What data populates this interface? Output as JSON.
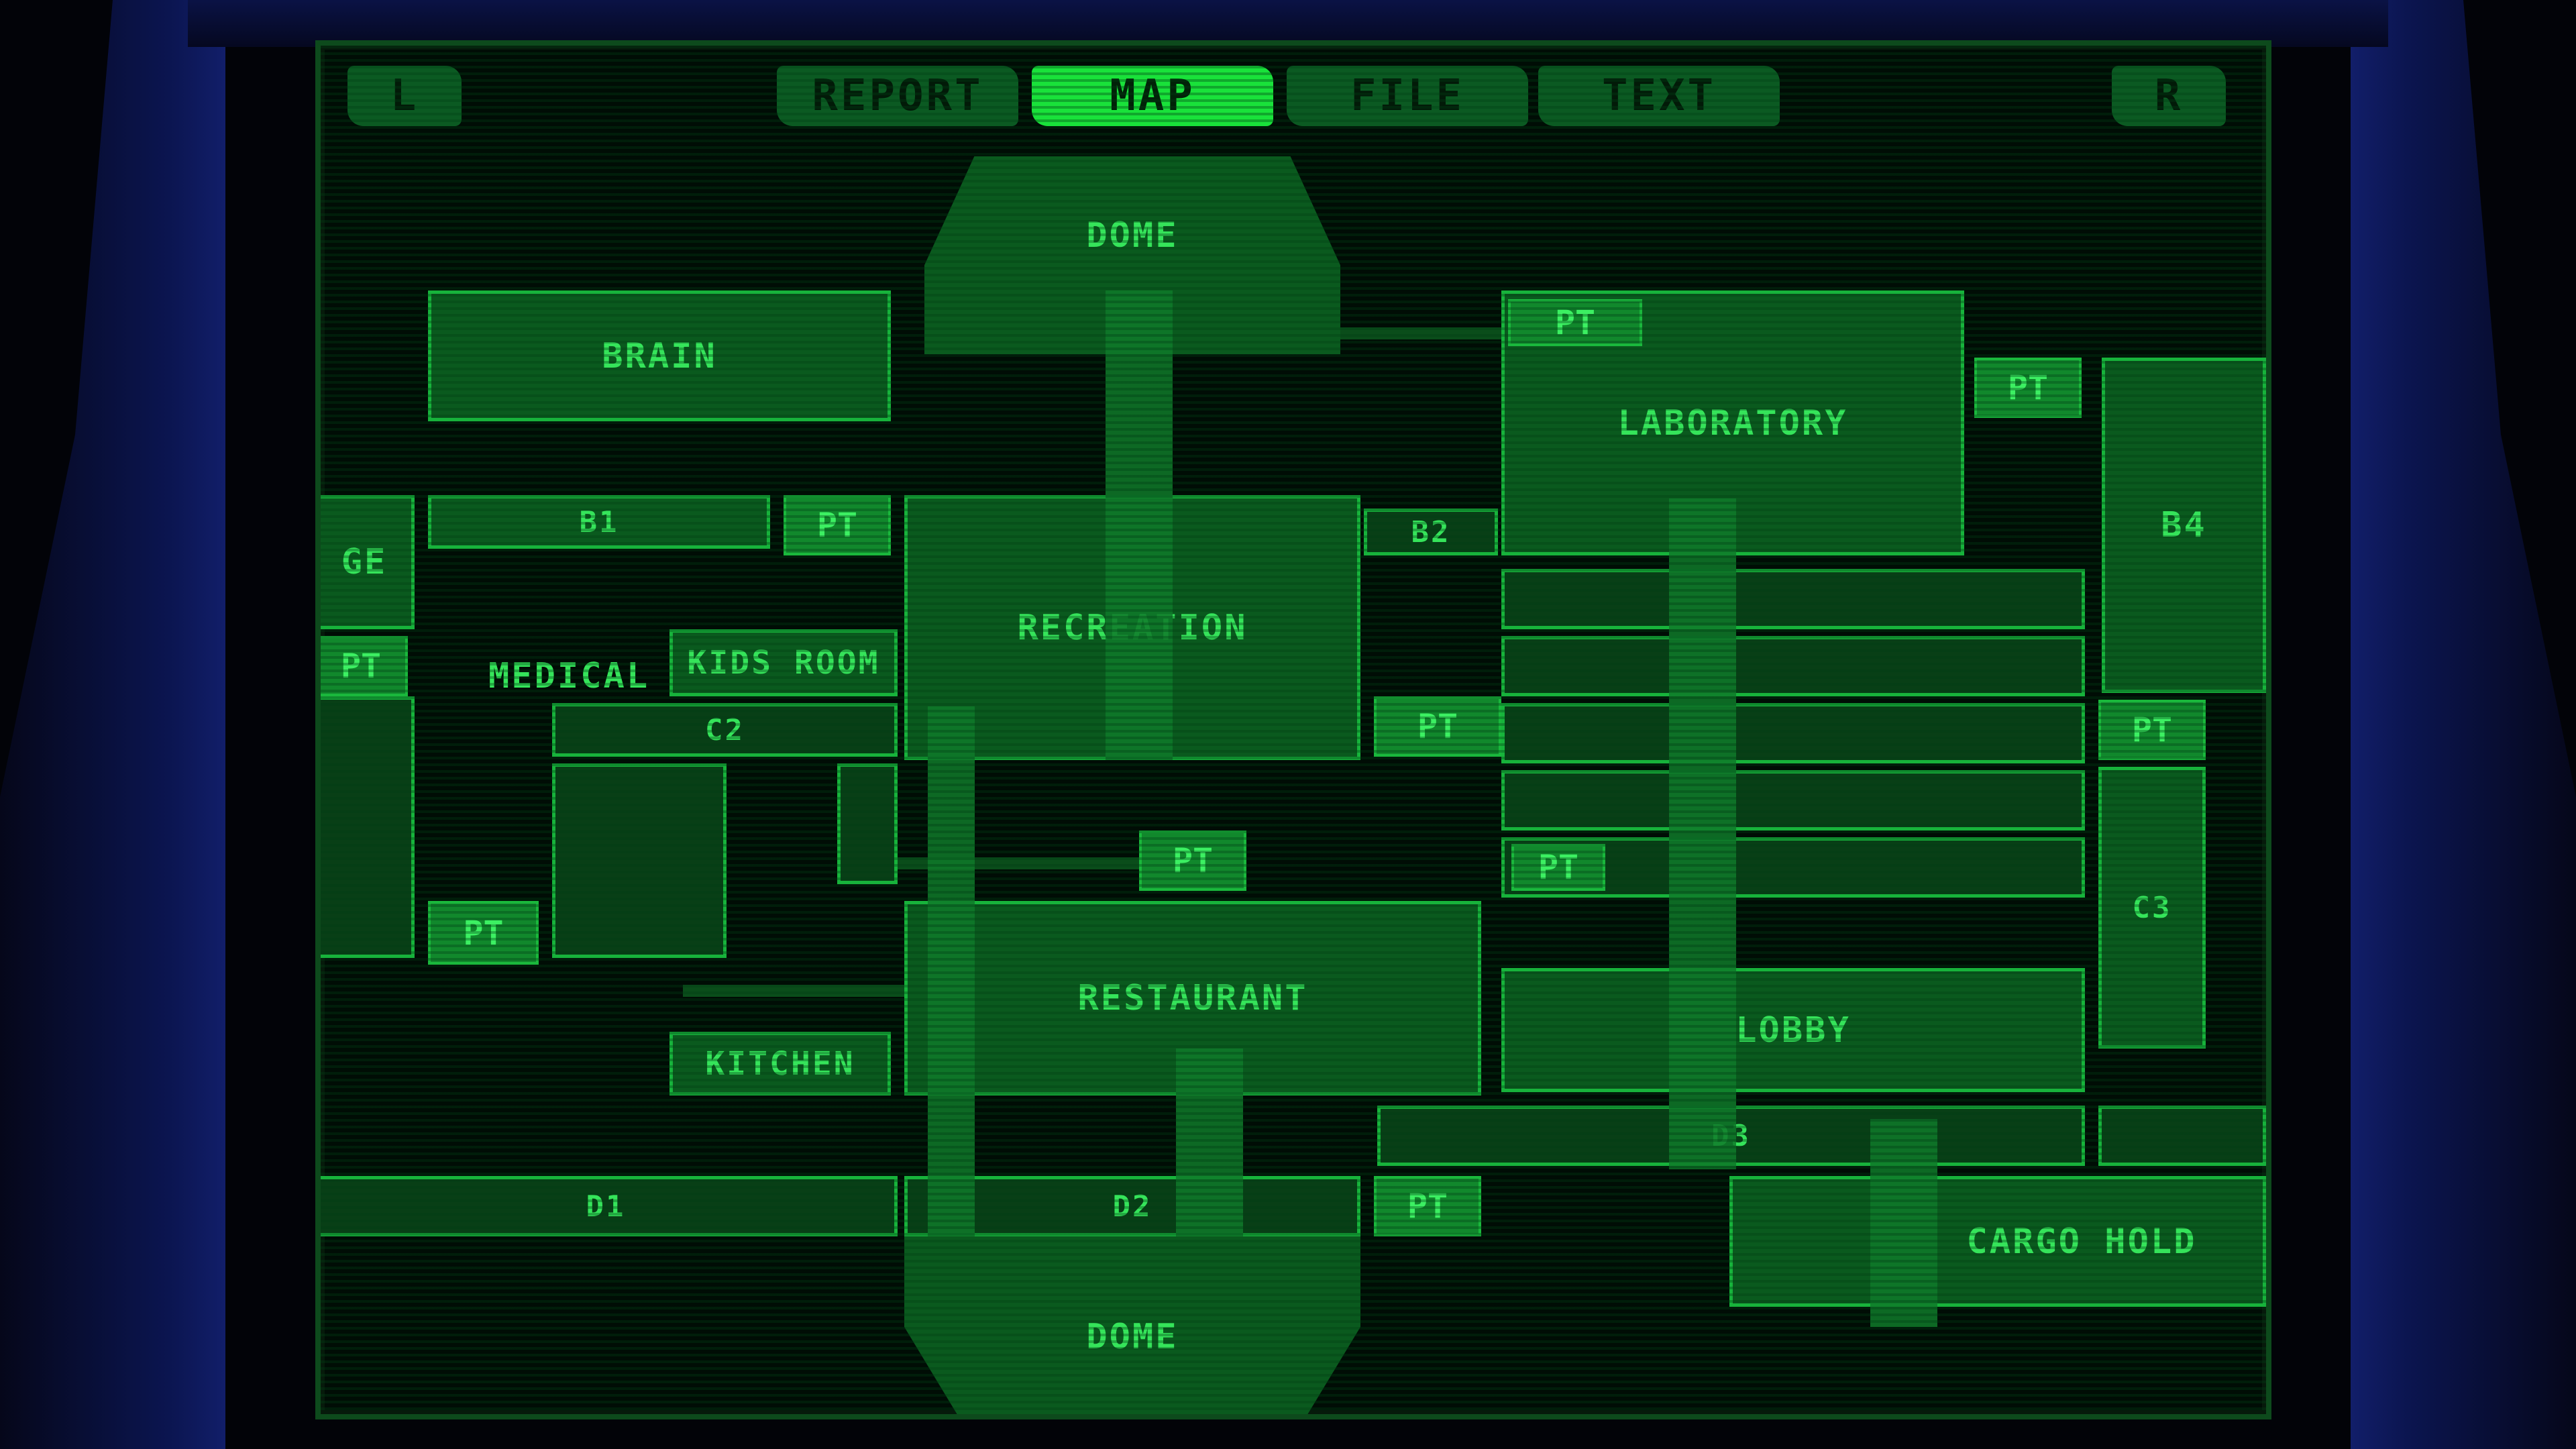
{
  "tabs": {
    "shoulder_left": "L",
    "report": "REPORT",
    "map": "MAP",
    "file": "FILE",
    "text": "TEXT",
    "shoulder_right": "R"
  },
  "active_tab": "MAP",
  "rooms": {
    "dome_top": "DOME",
    "brain": "BRAIN",
    "laboratory": "LABORATORY",
    "b1": "B1",
    "b2": "B2",
    "b4": "B4",
    "storage_partial": "GE",
    "recreation": "RECREATION",
    "medical": "MEDICAL",
    "kids_room": "KIDS ROOM",
    "c2": "C2",
    "c3": "C3",
    "restaurant": "RESTAURANT",
    "kitchen": "KITCHEN",
    "lobby": "LOBBY",
    "d1": "D1",
    "d2": "D2",
    "d3": "D3",
    "cargo_hold": "CARGO HOLD",
    "dome_bottom": "DOME"
  },
  "pt_label": "PT",
  "colors": {
    "screen_bg": "#000d05",
    "room_fill": "#0a5a1e",
    "room_border": "#17b33b",
    "text": "#35e45a",
    "active_tab": "#19e23a",
    "frame": "#16247a"
  }
}
